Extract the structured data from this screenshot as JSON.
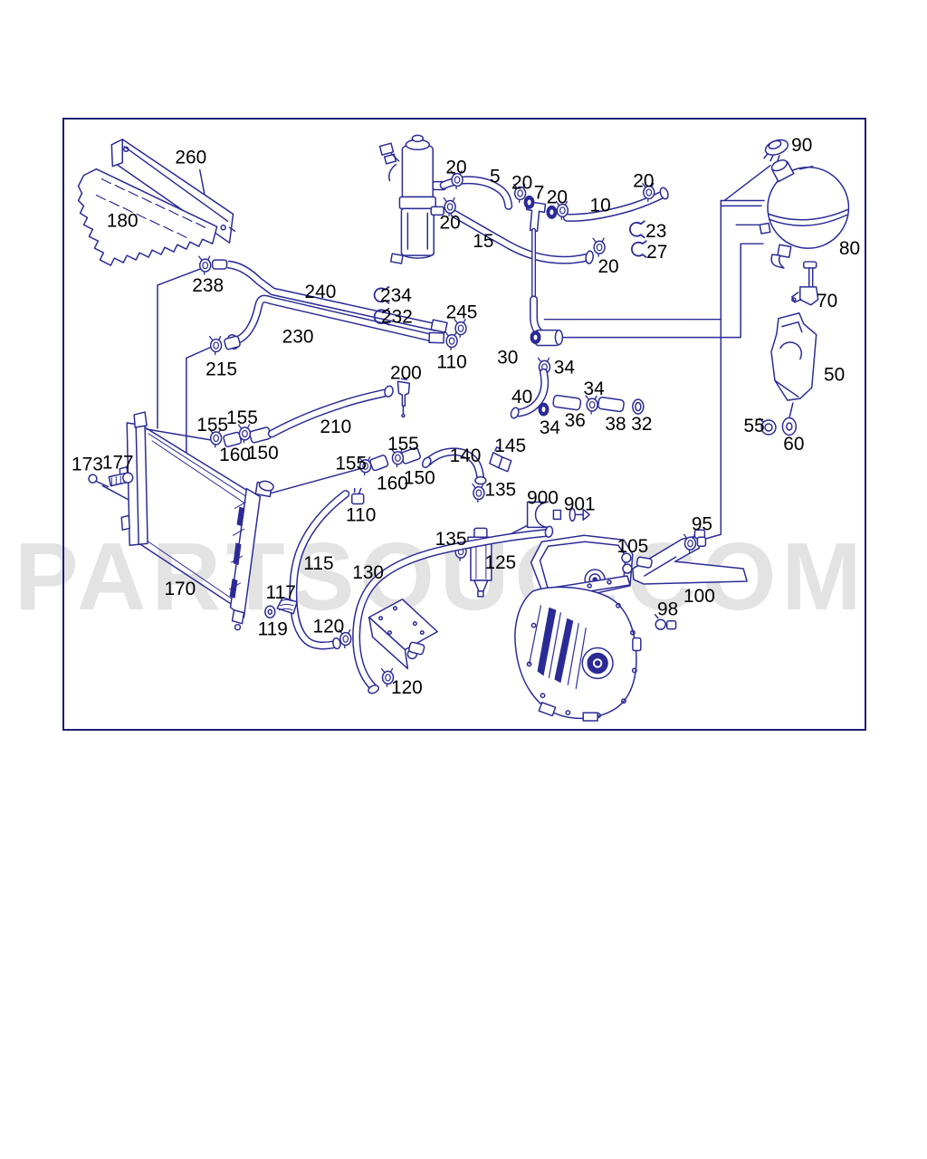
{
  "watermark": {
    "text": "PARTSOUQ.COM"
  },
  "diagram": {
    "part_labels": [
      "260",
      "180",
      "20",
      "5",
      "20",
      "7",
      "20",
      "10",
      "20",
      "23",
      "27",
      "20",
      "15",
      "20",
      "90",
      "80",
      "70",
      "50",
      "55",
      "60",
      "238",
      "240",
      "234",
      "232",
      "230",
      "245",
      "110",
      "30",
      "215",
      "200",
      "34",
      "40",
      "34",
      "36",
      "38",
      "32",
      "34",
      "155",
      "155",
      "160",
      "150",
      "210",
      "155",
      "140",
      "145",
      "155",
      "160",
      "150",
      "135",
      "900",
      "901",
      "173",
      "177",
      "110",
      "135",
      "125",
      "95",
      "105",
      "100",
      "115",
      "130",
      "98",
      "170",
      "117",
      "119",
      "120",
      "120"
    ]
  },
  "colors": {
    "line": "#2b2b96",
    "border": "#1d1d73",
    "label": "#000000",
    "watermark": "#e3e3e3",
    "background": "#ffffff"
  }
}
